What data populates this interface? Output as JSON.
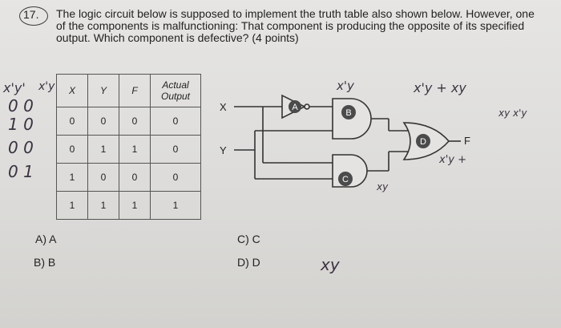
{
  "question": {
    "number": "17.",
    "lines": [
      "The logic circuit below is supposed to implement the truth table also shown below. However, one",
      "of the components is malfunctioning: That component is producing the opposite of its specified",
      "output.  Which component is defective? (4 points)"
    ]
  },
  "truth_table": {
    "headers": [
      "X",
      "Y",
      "F",
      "Actual Output"
    ],
    "rows": [
      [
        "0",
        "0",
        "0",
        "0"
      ],
      [
        "0",
        "1",
        "1",
        "0"
      ],
      [
        "1",
        "0",
        "0",
        "0"
      ],
      [
        "1",
        "1",
        "1",
        "1"
      ]
    ]
  },
  "circuit": {
    "input_x": "X",
    "input_y": "Y",
    "output": "F",
    "gates": [
      "A",
      "B",
      "C",
      "D"
    ]
  },
  "choices": {
    "a": "A) A",
    "b": "B) B",
    "c": "C) C",
    "d": "D) D"
  },
  "handwriting": {
    "col_head1": "x'y'",
    "col_head2": "x'y",
    "rows_left": [
      "0  0",
      "1  0",
      "0  0",
      "0  1"
    ],
    "gate_b_note": "x'y",
    "top_expr": "x'y + xy",
    "right_note": "xy  x'y",
    "d_note": "x'y +",
    "c_note": "xy",
    "bottom_note": "xy"
  }
}
